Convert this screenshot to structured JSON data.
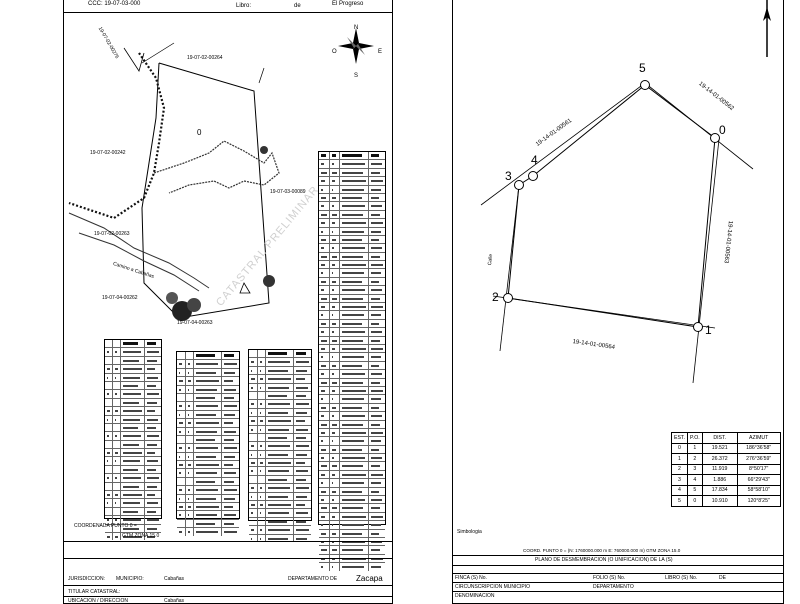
{
  "left_sheet": {
    "header": {
      "ccc_label": "CCC: 19-07-03-000",
      "libro_label": "Libro:",
      "libro_de": "de",
      "corner_text": "El Progreso"
    },
    "parcels": {
      "north_top": "19-07-02-00264",
      "northwest_road": "19-07-02-00276",
      "west_upper": "19-07-02-00242",
      "west_lower": "19-07-02-00263",
      "east": "19-07-03-00089",
      "southwest": "19-07-04-00262",
      "south": "19-07-04-00263"
    },
    "center_mark": "0",
    "road_label": "Camino a Cabañas",
    "watermark": "CATASTRAL PRELIMINAR",
    "compass": {
      "n": "N",
      "s": "S",
      "e": "E",
      "w": "O"
    },
    "coordinate_note": "COORDENADA PUNTO 0 =",
    "zone_note": "GTM ZONA 15.0",
    "footer": {
      "jurisdiccion_label": "JURISDICCION:",
      "municipio_label": "MUNICIPIO:",
      "municipio_value": "Cabañas",
      "departamento_label": "DEPARTAMENTO DE",
      "departamento_value": "Zacapa",
      "titular_label": "TITULAR CATASTRAL:",
      "ubicacion_label": "UBICACION / DIRECCION",
      "ubicacion_value": "Cabañas"
    }
  },
  "right_sheet": {
    "points": {
      "p0": "0",
      "p1": "1",
      "p2": "2",
      "p3": "3",
      "p4": "4",
      "p5": "5"
    },
    "parcels": {
      "top_left": "19-14-01-00561",
      "top_right": "19-14-01-00562",
      "right": "19-14-01-00563",
      "bottom": "19-14-01-00564",
      "left": "Calle"
    },
    "table": {
      "headers": [
        "EST.",
        "P.O.",
        "DIST.",
        "AZIMUT"
      ],
      "rows": [
        [
          "0",
          "1",
          "19.521",
          "186°36'58\""
        ],
        [
          "1",
          "2",
          "26.372",
          "276°36'59\""
        ],
        [
          "2",
          "3",
          "11.919",
          "8°50'17\""
        ],
        [
          "3",
          "4",
          "1.886",
          "66°29'43\""
        ],
        [
          "4",
          "5",
          "17.834",
          "58°58'10\""
        ],
        [
          "5",
          "0",
          "10.910",
          "120°8'25\""
        ]
      ]
    },
    "simbologia": "Simbologia",
    "coord_note": "COORD. PUNTO 0 = (N: 1760000.000 m   E: 760000.000 m)   GTM ZONA 15.0",
    "footer": {
      "title": "PLANO DE DESMEMBRACION (O UNIFICACION) DE LA (S)",
      "finca_label": "FINCA (S) No.",
      "folio_label": "FOLIO (S) No.",
      "libro_label": "LIBRO (S) No.",
      "de_label": "DE",
      "circunscripcion_label": "CIRCUNSCRIPCION MUNICIPIO",
      "departamento_label": "DEPARTAMENTO",
      "denominacion_label": "DENOMINACION"
    }
  }
}
